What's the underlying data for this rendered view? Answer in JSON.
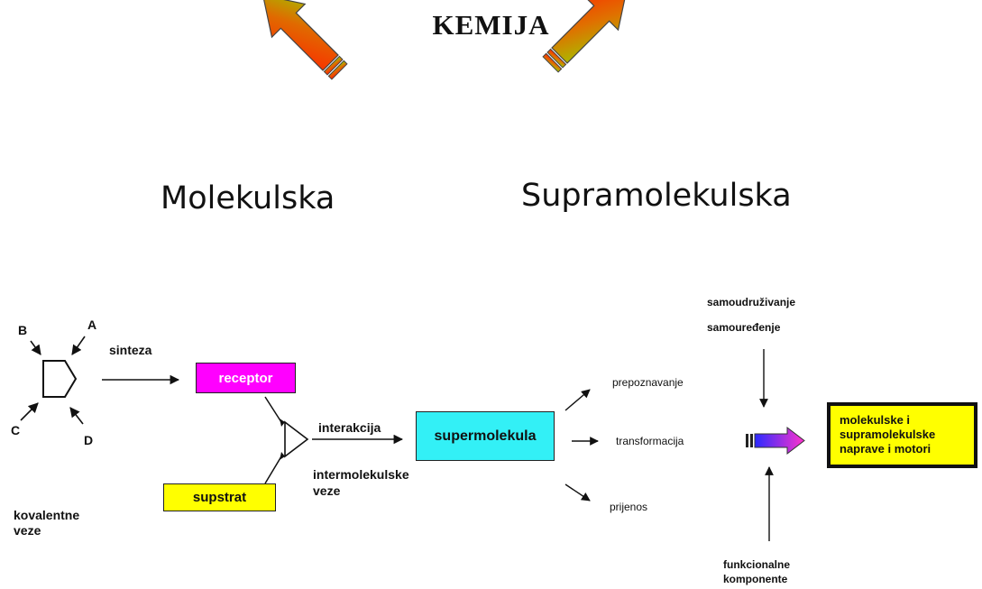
{
  "title": "KEMIJA",
  "branches": {
    "left": "Molekulska",
    "right": "Supramolekulska"
  },
  "molecule": {
    "labels": [
      "A",
      "B",
      "C",
      "D"
    ],
    "caption_line1": "kovalentne",
    "caption_line2": "veze"
  },
  "arrows": {
    "synthesis": "sinteza",
    "interaction": "interakcija",
    "bonds_line1": "intermolekulske",
    "bonds_line2": "veze"
  },
  "boxes": {
    "receptor": "receptor",
    "substrate": "supstrat",
    "supermolecule": "supermolekula",
    "output": "molekulske i supramolekulske naprave i motori"
  },
  "functions": {
    "recognition": "prepoznavanje",
    "transformation": "transformacija",
    "transfer": "prijenos"
  },
  "inputs": {
    "top_line1": "samoudruživanje",
    "top_line2": "samouređenje",
    "bottom_line1": "funkcionalne",
    "bottom_line2": "komponente"
  },
  "colors": {
    "receptor": "#ff00ff",
    "substrate": "#ffff00",
    "supermolecule": "#33f0f6",
    "output": "#ffff00",
    "arrow_gradient_start": "#ff2a00",
    "arrow_gradient_end": "#8fd400",
    "fat_arrow_start": "#2244ff",
    "fat_arrow_end": "#ff33cc"
  }
}
